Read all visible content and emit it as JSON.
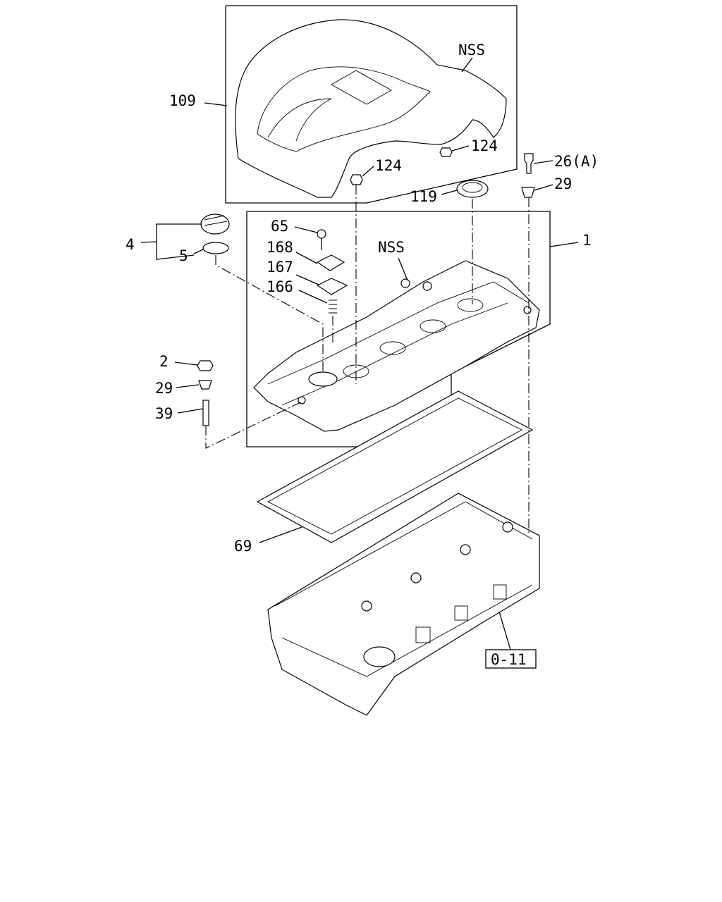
{
  "callouts": {
    "c109": "109",
    "c_nss_top": "NSS",
    "c124a": "124",
    "c124b": "124",
    "c26": "26(A)",
    "c29a": "29",
    "c119": "119",
    "c4": "4",
    "c5": "5",
    "c65": "65",
    "c168": "168",
    "c167": "167",
    "c166": "166",
    "c_nss_mid": "NSS",
    "c1": "1",
    "c2": "2",
    "c29b": "29",
    "c39": "39",
    "c69": "69",
    "ref": "0-11"
  }
}
